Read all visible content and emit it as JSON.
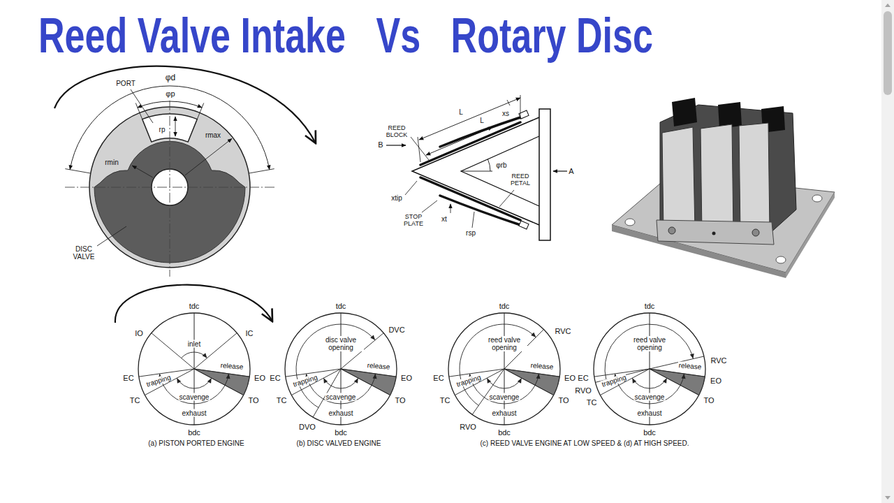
{
  "diagram": {
    "title": "Reed Valve Intake   Vs   Rotary Disc",
    "nodes": [
      {
        "text": [
          "inlet",
          "trapping",
          "release",
          "scavenge",
          "exhaust"
        ]
      },
      {
        "text": [
          "disc valve opening",
          "trapping",
          "release",
          "scavenge",
          "exhaust"
        ]
      },
      {
        "text": [
          "reed valve opening",
          "trapping",
          "release",
          "scavenge",
          "exhaust"
        ]
      },
      {
        "text": [
          "reed valve opening",
          "release",
          "trapping",
          "scavenge",
          "exhaust"
        ]
      }
    ],
    "labels": [
      "PORT",
      "φd",
      "φp",
      "rp",
      "rmax",
      "rmin",
      "DISC VALVE",
      "L",
      "L",
      "xs",
      "REED BLOCK",
      "B",
      "φrb",
      "REED PETAL",
      "A",
      "xtip",
      "STOP PLATE",
      "xt",
      "rsp",
      "tdc",
      "IO",
      "IC",
      "EC",
      "EO",
      "TC",
      "TO",
      "bdc",
      "(a) PISTON PORTED ENGINE",
      "tdc",
      "DVC",
      "EC",
      "EO",
      "TC",
      "TO",
      "DVO",
      "bdc",
      "(b) DISC VALVED ENGINE",
      "tdc",
      "RVC",
      "EC",
      "EO",
      "TC",
      "TO",
      "RVO",
      "bdc",
      "tdc",
      "RVC",
      "EO",
      "EC",
      "RVO",
      "TC",
      "TO",
      "bdc",
      "(c) REED VALVE ENGINE AT LOW SPEED & (d) AT HIGH SPEED."
    ]
  }
}
